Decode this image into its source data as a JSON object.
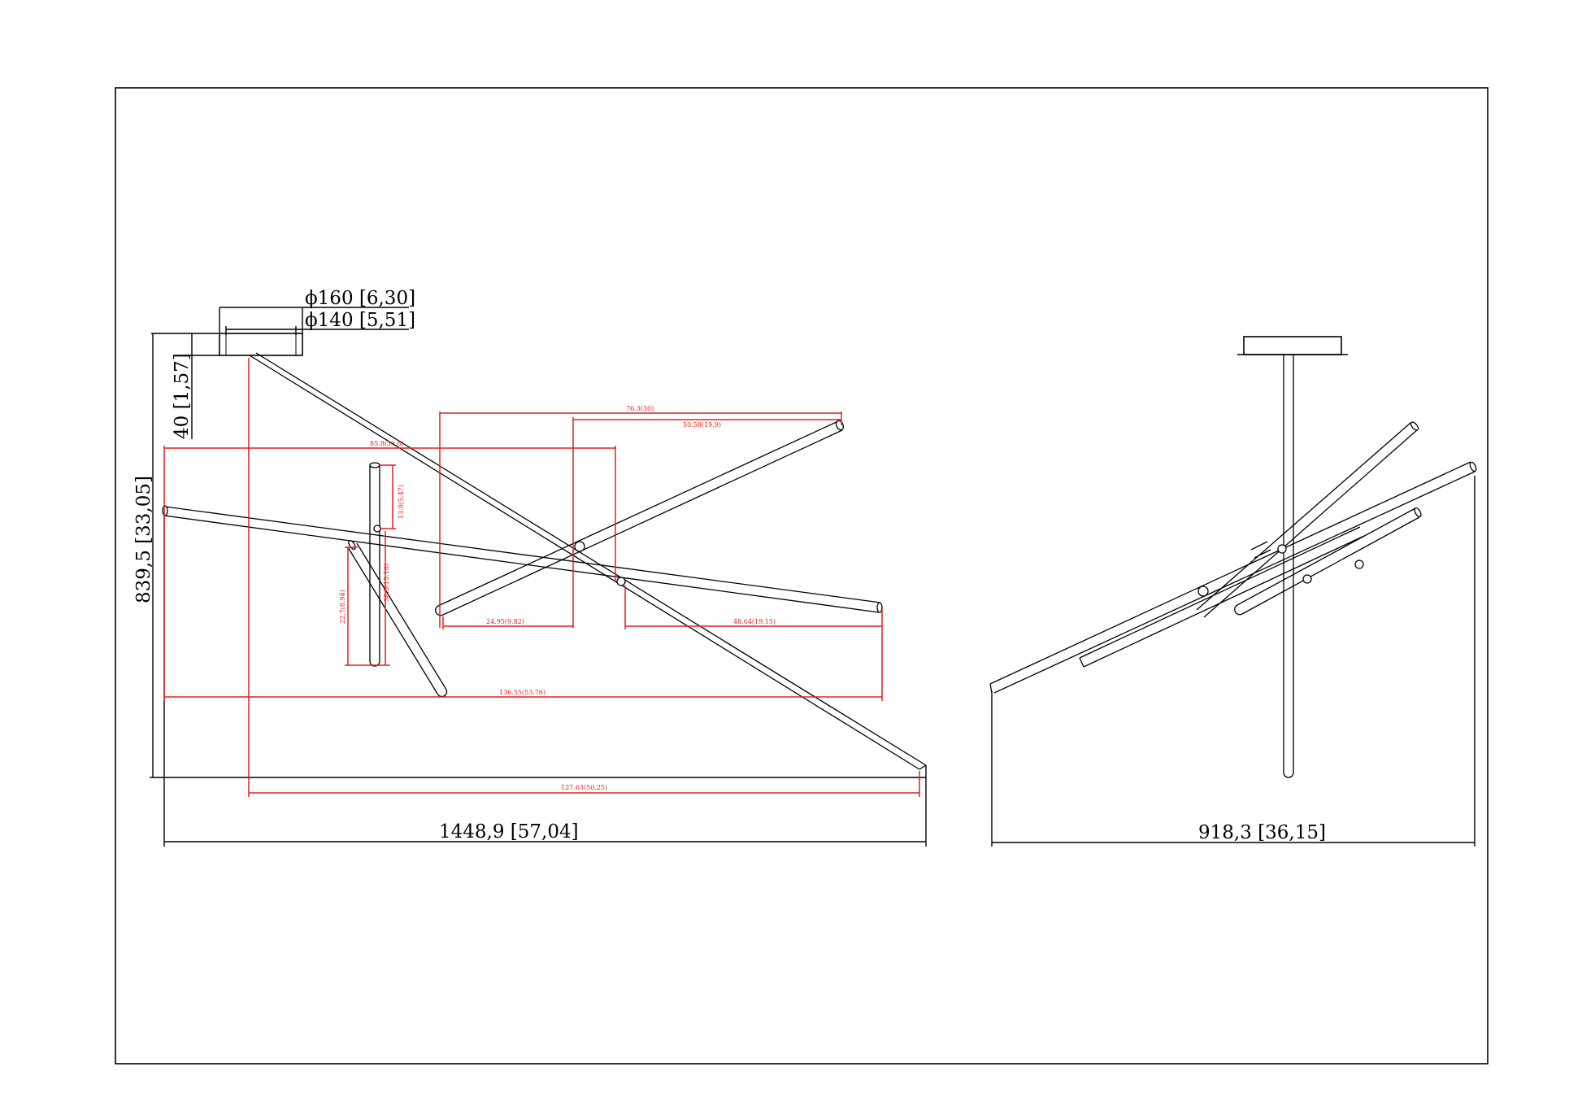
{
  "dims": {
    "d160": "ϕ160 [6,30]",
    "d140": "ϕ140 [5,51]",
    "h40": "40 [1,57]",
    "h839": "839,5 [33,05]",
    "w1448": "1448,9 [57,04]",
    "w918": "918,3 [36,15]"
  },
  "red_dims": {
    "r763": "76.3(30)",
    "r5058": "50.58(19.9)",
    "r858": "85.8(33.8)",
    "r139": "13.9(5.47)",
    "r385": "38.5(15.16)",
    "r227": "22.7(8.94)",
    "r2495": "24.95(9.82)",
    "r4864": "48.64(19.15)",
    "r13655": "136.55(53.76)",
    "r12763": "127.63(50.25)"
  },
  "colors": {
    "line": "#000000",
    "dimension": "#e0201c",
    "background": "#ffffff"
  }
}
